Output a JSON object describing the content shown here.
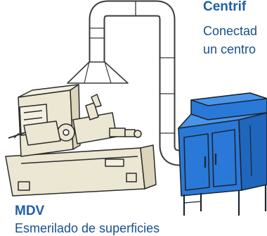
{
  "accent_color": "#1f5fa8",
  "text_color": "#1a4f8f",
  "unit_fill_color": "#2a79d8",
  "machine_fill_color": "#ece7d2",
  "centrifuge": {
    "title": "Centrif",
    "line1": "Conectad",
    "line2": "un centro"
  },
  "mdv": {
    "title": "MDV",
    "description": "Esmerilado de superficies"
  },
  "icons": {
    "duct": "ducting-pipe",
    "hood": "extraction-hood",
    "grinder": "surface-grinder-machine",
    "collector": "centrifugal-collector-unit"
  }
}
